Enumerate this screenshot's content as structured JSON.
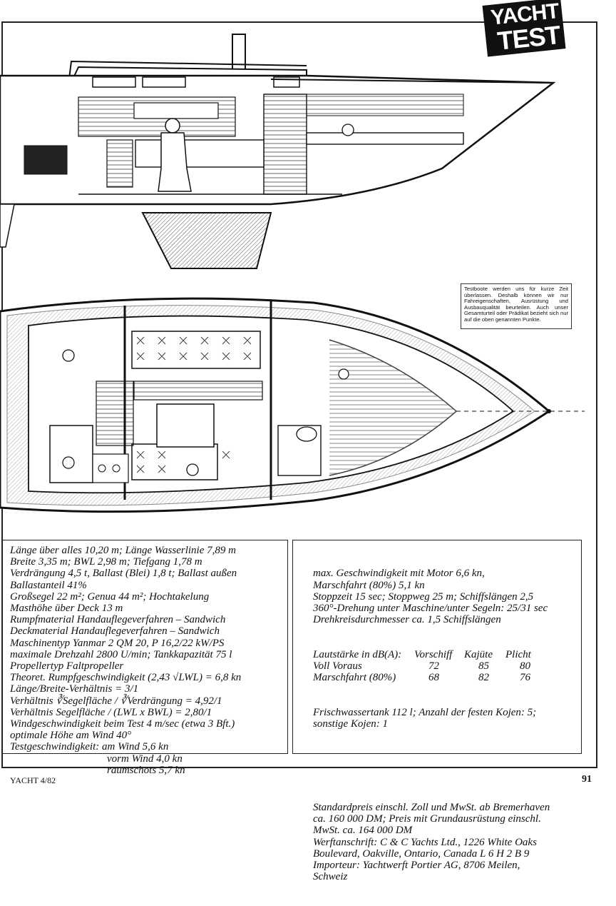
{
  "badge": {
    "line1": "YACHT",
    "line2": "TEST"
  },
  "notice": "Testboote werden uns für kurze Zeit überlassen. Deshalb können wir nur Fahreigenschaften, Ausrüstung und Ausbauqualität beurteilen. Auch unser Gesamturteil oder Prädikat bezieht sich nur auf die oben genannten Punkte.",
  "specs_left": [
    "Länge über alles 10,20 m; Länge Wasserlinie 7,89 m",
    "Breite 3,35 m; BWL 2,98 m; Tiefgang 1,78 m",
    "Verdrängung 4,5 t, Ballast (Blei) 1,8 t; Ballast außen",
    "Ballastanteil 41%",
    "Großsegel 22 m²; Genua 44 m²; Hochtakelung",
    "Masthöhe über Deck 13 m",
    "Rumpfmaterial Handauflegeverfahren – Sandwich",
    "Deckmaterial Handauflegeverfahren – Sandwich",
    "Maschinentyp Yanmar 2 QM 20, P 16,2/22 kW/PS",
    "maximale Drehzahl 2800 U/min; Tankkapazität 75 l",
    "Propellertyp Faltpropeller",
    "Theoret. Rumpfgeschwindigkeit (2,43 √LWL) = 6,8 kn",
    "Länge/Breite-Verhältnis = 3/1",
    "Verhältnis ∛Segelfläche / ∛Verdrängung = 4,92/1",
    "Verhältnis Segelfläche / (LWL x BWL) = 2,80/1",
    "Windgeschwindigkeit beim Test 4 m/sec (etwa 3 Bft.)",
    "optimale Höhe am Wind 40°",
    "Testgeschwindigkeit: am Wind 5,6 kn"
  ],
  "specs_left_indented": [
    "vorm Wind 4,0 kn",
    "raumschots 5,7 kn"
  ],
  "specs_right_top": [
    "max. Geschwindigkeit mit Motor 6,6 kn,",
    "Marschfahrt (80%) 5,1 kn",
    "Stoppzeit 15 sec; Stoppweg 25 m; Schiffslängen 2,5",
    "360°-Drehung unter Maschine/unter Segeln: 25/31 sec",
    "Drehkreisdurchmesser ca. 1,5 Schiffslängen"
  ],
  "noise_table": {
    "header": [
      "Lautstärke in dB(A):",
      "Vorschiff",
      "Kajüte",
      "Plicht"
    ],
    "rows": [
      [
        "Voll Voraus",
        "72",
        "85",
        "80"
      ],
      [
        "Marschfahrt (80%)",
        "68",
        "82",
        "76"
      ]
    ]
  },
  "specs_right_mid": [
    "Frischwassertank 112 l; Anzahl der festen Kojen: 5;",
    "sonstige Kojen: 1"
  ],
  "specs_right_bottom": [
    "Standardpreis einschl. Zoll und MwSt. ab Bremerhaven",
    "ca. 160 000 DM; Preis mit Grundausrüstung einschl.",
    "MwSt. ca. 164 000 DM",
    "Werftanschrift: C & C Yachts Ltd., 1226 White Oaks",
    "Boulevard, Oakville, Ontario, Canada L 6 H 2 B 9",
    "Importeur: Yachtwerft Portier AG, 8706 Meilen,",
    "Schweiz"
  ],
  "footer": {
    "left": "YACHT 4/82",
    "right": "91"
  }
}
